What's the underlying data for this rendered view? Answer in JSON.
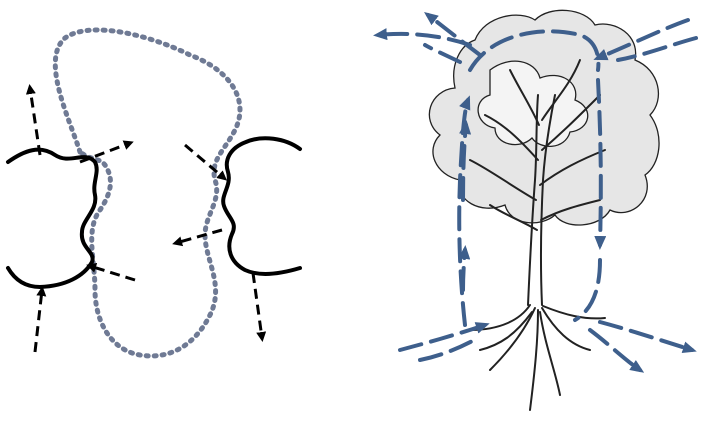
{
  "colors": {
    "background": "#ffffff",
    "boundary_stroke": "#000000",
    "membrane_dotted": "#6f7a94",
    "flow_arrow_blue": "#3e5f8c",
    "tree_line": "#222222",
    "foliage_fill": "#e6e6e6"
  },
  "icons": {
    "left_panel": [
      "left-cell-outline",
      "right-cell-outline",
      "dotted-loop",
      "dashed-arrows"
    ],
    "right_panel": [
      "tree-illustration",
      "blue-circulation-arrows"
    ]
  }
}
